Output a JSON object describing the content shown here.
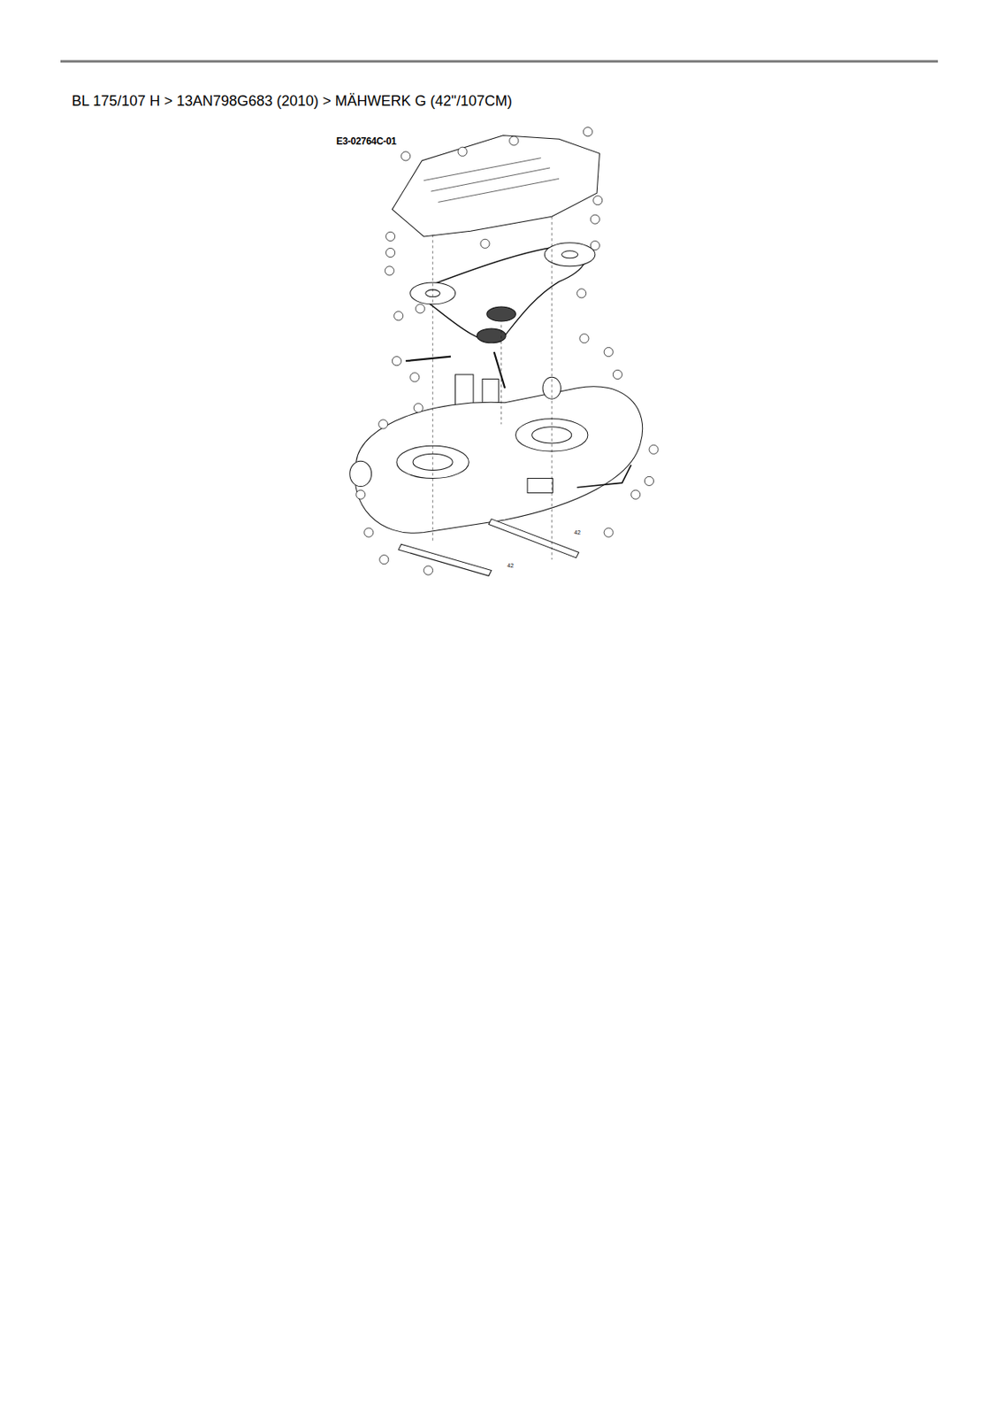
{
  "diagram": {
    "title": "BL 175/107 H > 13AN798G683 (2010) > MÄHWERK G (42\"/107CM)",
    "labels": [
      "E3-02764C-01",
      "42",
      "42"
    ]
  }
}
